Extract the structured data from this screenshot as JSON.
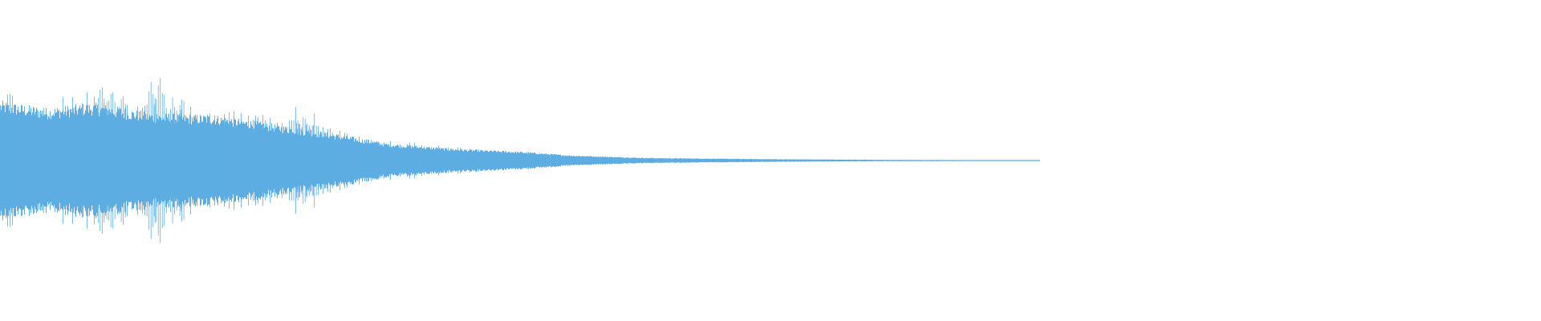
{
  "waveform": {
    "color": "#5dade2",
    "background": "#ffffff",
    "signal_end_fraction": 0.675,
    "amplitude_envelope": [
      {
        "t": 0.0,
        "a": 0.34
      },
      {
        "t": 0.03,
        "a": 0.3
      },
      {
        "t": 0.06,
        "a": 0.33
      },
      {
        "t": 0.1,
        "a": 0.27
      },
      {
        "t": 0.14,
        "a": 0.26
      },
      {
        "t": 0.17,
        "a": 0.22
      },
      {
        "t": 0.19,
        "a": 0.19
      },
      {
        "t": 0.22,
        "a": 0.15
      },
      {
        "t": 0.25,
        "a": 0.1
      },
      {
        "t": 0.29,
        "a": 0.07
      },
      {
        "t": 0.34,
        "a": 0.05
      },
      {
        "t": 0.37,
        "a": 0.03
      },
      {
        "t": 0.42,
        "a": 0.015
      },
      {
        "t": 0.5,
        "a": 0.008
      },
      {
        "t": 0.58,
        "a": 0.004
      },
      {
        "t": 0.675,
        "a": 0.002
      }
    ],
    "transient_peaks": [
      {
        "t": 0.065,
        "a": 0.5
      },
      {
        "t": 0.072,
        "a": 0.46
      },
      {
        "t": 0.08,
        "a": 0.44
      },
      {
        "t": 0.098,
        "a": 0.52
      },
      {
        "t": 0.104,
        "a": 0.55
      },
      {
        "t": 0.112,
        "a": 0.42
      },
      {
        "t": 0.118,
        "a": 0.4
      },
      {
        "t": 0.192,
        "a": 0.32
      },
      {
        "t": 0.198,
        "a": 0.3
      },
      {
        "t": 0.204,
        "a": 0.28
      }
    ]
  }
}
